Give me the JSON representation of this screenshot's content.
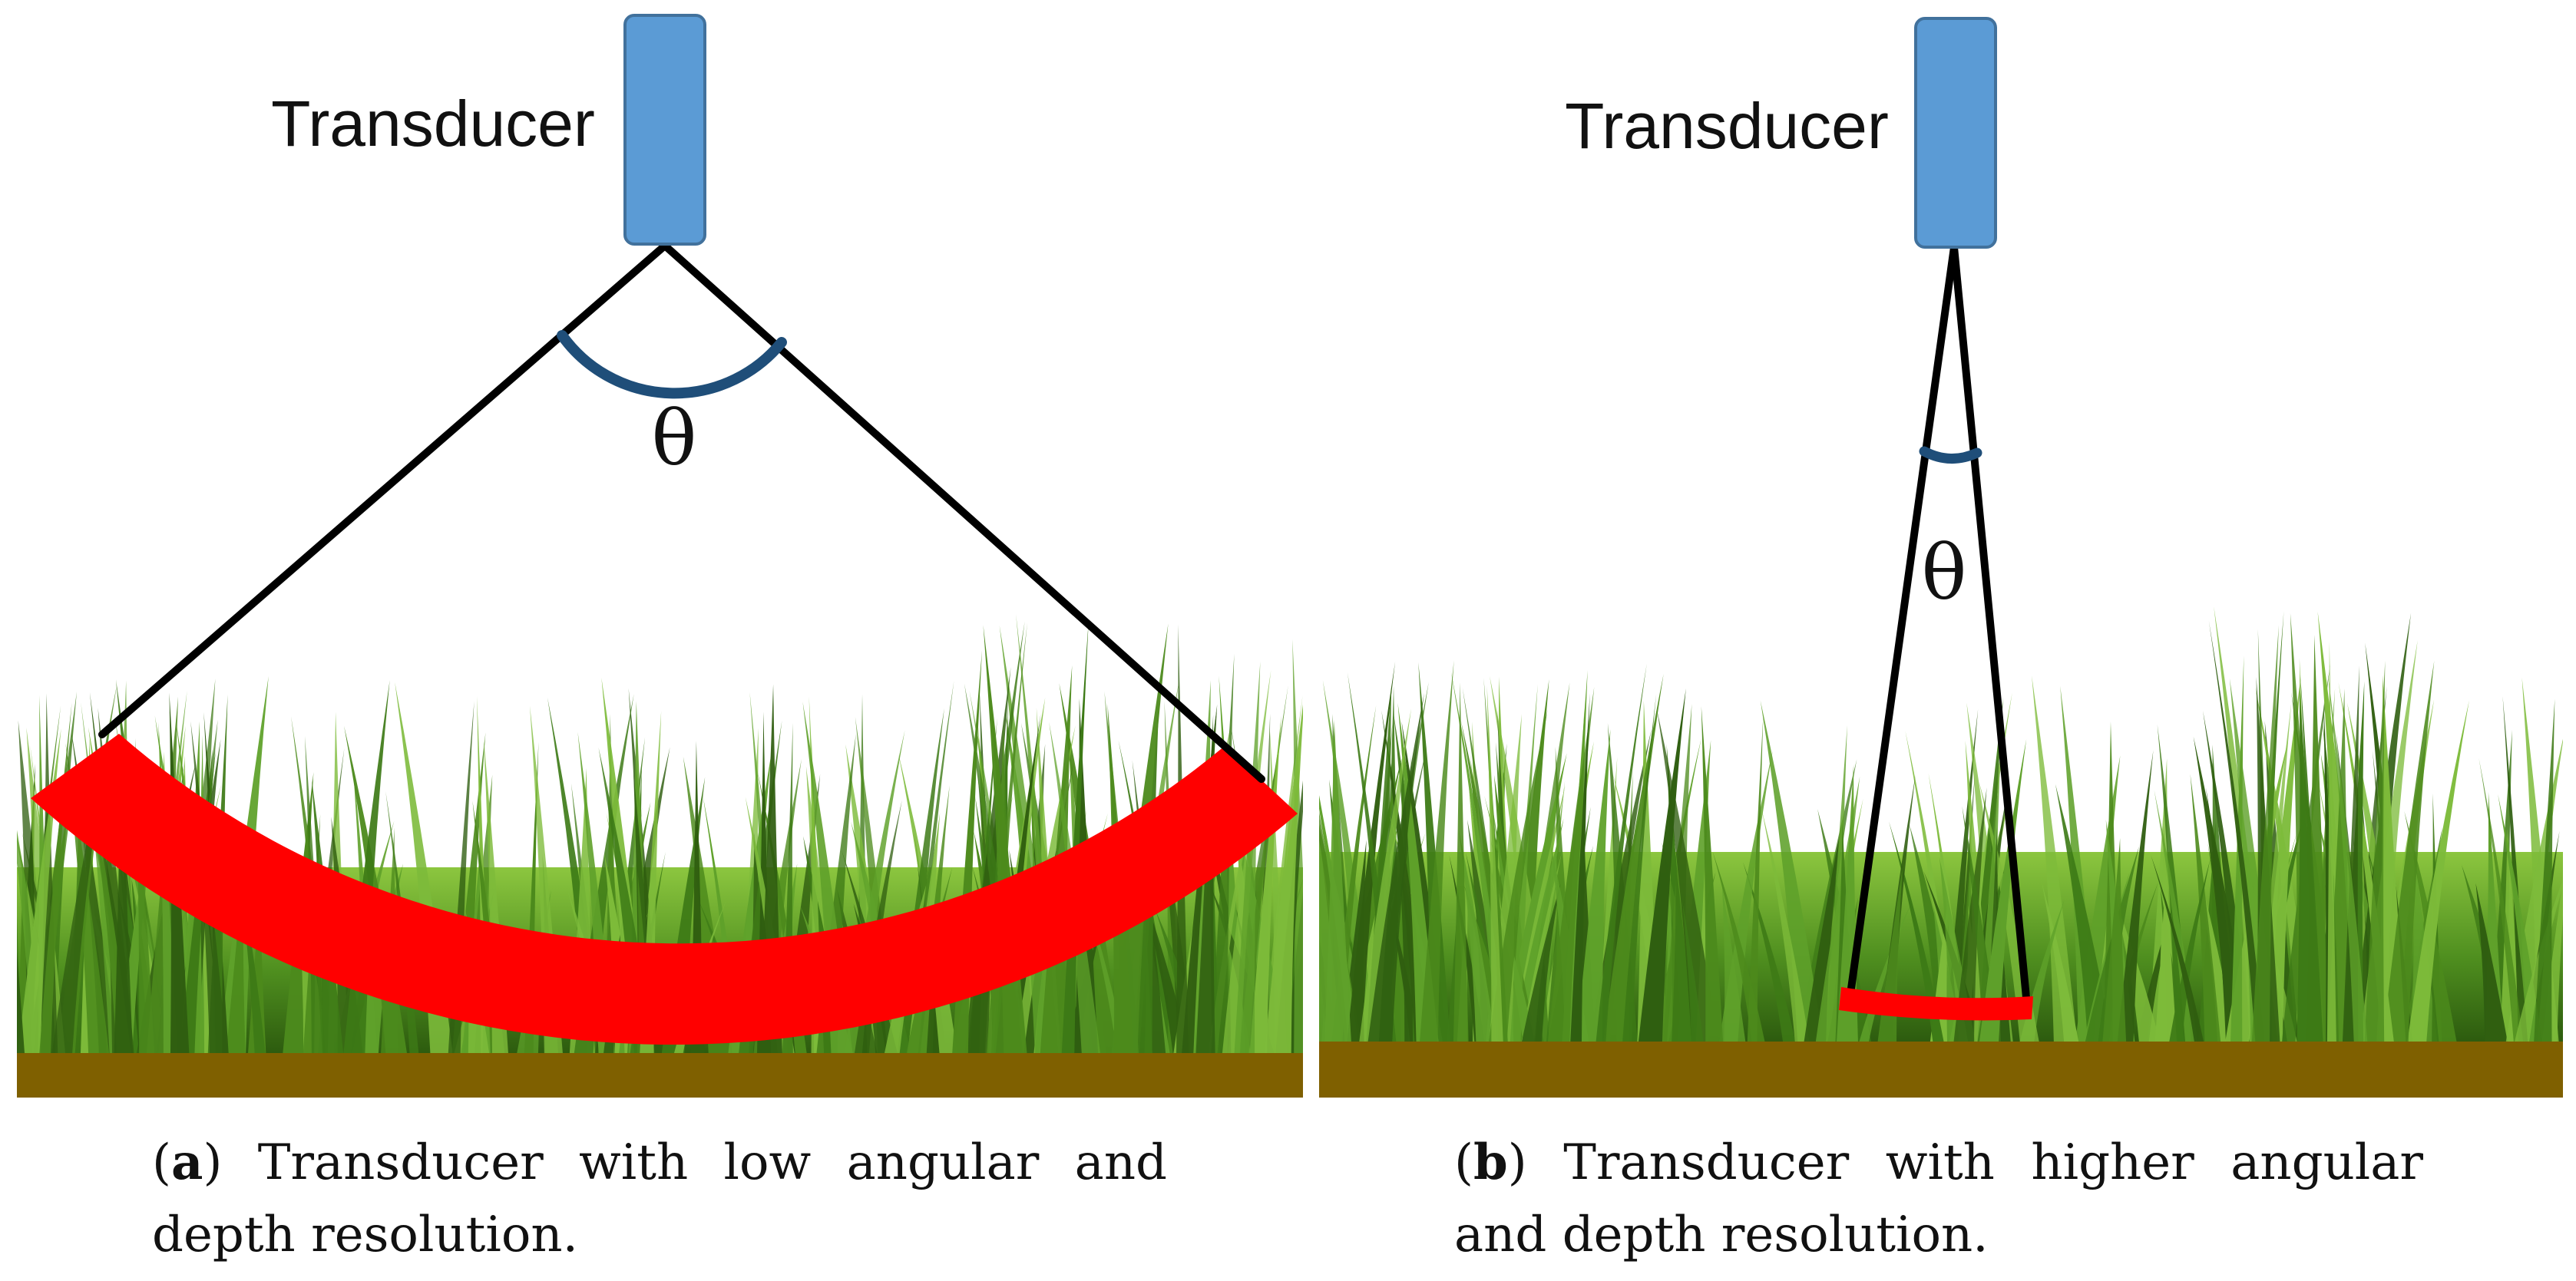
{
  "panels": [
    {
      "id": "a",
      "transducer_label": "Transducer",
      "angle_symbol": "θ",
      "caption_tag": "a",
      "caption_text": "Transducer with low angular and depth resolution."
    },
    {
      "id": "b",
      "transducer_label": "Transducer",
      "angle_symbol": "θ",
      "caption_tag": "b",
      "caption_text": "Transducer with higher angular and depth resolution."
    }
  ],
  "colors": {
    "transducer": "#5b9bd5",
    "transducer_border": "#41719c",
    "beam_line": "#000000",
    "angle_arc": "#1f4e79",
    "resolution_band": "#ff0000",
    "soil": "#7f6000",
    "grass_dark": "#2f5e10",
    "grass_mid": "#4c8a1c",
    "grass_light": "#7dbb3a"
  },
  "icons": {
    "transducer": "rectangle-probe-icon",
    "grass": "grass-blades-icon"
  }
}
